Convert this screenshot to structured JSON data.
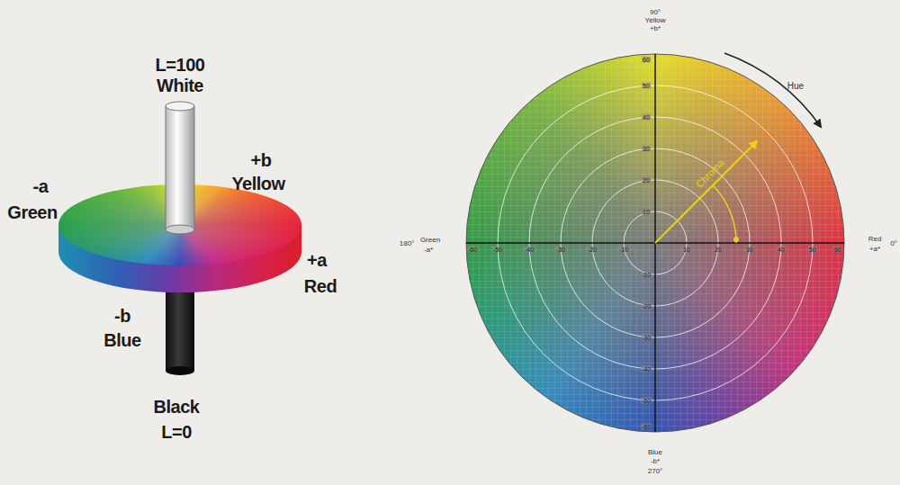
{
  "diagram": {
    "labels": [
      "L=100",
      "White",
      "+b",
      "Yellow",
      "-a",
      "Green",
      "+a",
      "Red",
      "-b",
      "Blue",
      "Black",
      "L=0",
      "90°",
      "Yellow",
      "+b*",
      "Hue",
      "Chroma",
      "180°",
      "Green",
      "-a*",
      "Red",
      "+a*",
      "0°",
      "Blue",
      "-b*",
      "270°",
      "-60",
      "-50",
      "-40",
      "-30",
      "-20",
      "-10",
      "10",
      "20",
      "30",
      "40",
      "50",
      "60",
      "60",
      "50",
      "40",
      "30",
      "20",
      "10",
      "-10",
      "-20",
      "-30",
      "-40",
      "-50",
      "-60"
    ]
  }
}
